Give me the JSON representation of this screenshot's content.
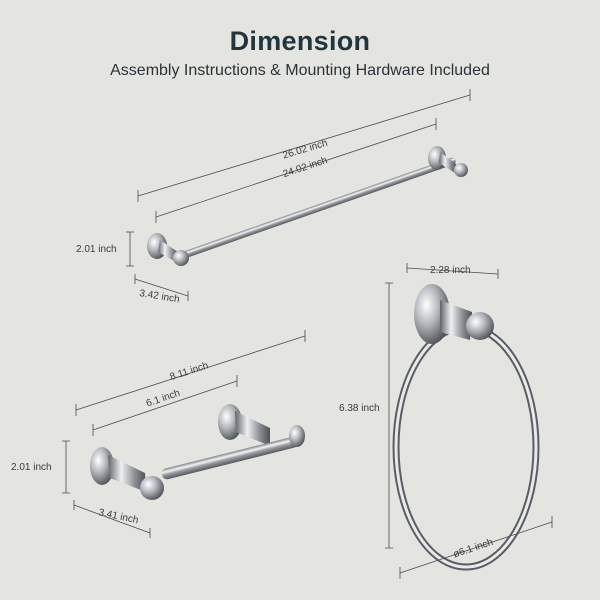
{
  "header": {
    "title": "Dimension",
    "subtitle": "Assembly Instructions & Mounting Hardware Included"
  },
  "towel_bar": {
    "overall_length": "26.02 inch",
    "bar_length": "24.02 inch",
    "height": "2.01 inch",
    "depth": "3.42 inch"
  },
  "paper_holder": {
    "overall_length": "8.11 inch",
    "bar_length": "6.1 inch",
    "height": "2.01 inch",
    "depth": "3.41 inch"
  },
  "towel_ring": {
    "mount_width": "2.28 inch",
    "height": "6.38 inch",
    "diameter": "ø6.1 inch"
  },
  "colors": {
    "background": "#e4e4e0",
    "title": "#22353c",
    "chrome": "#c9ccd0"
  }
}
